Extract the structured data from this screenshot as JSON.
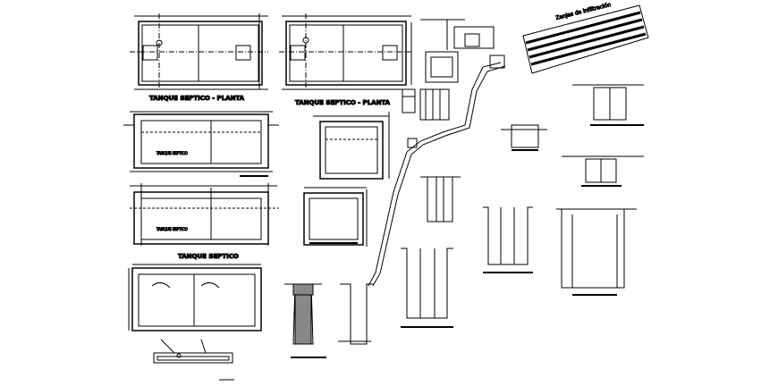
{
  "labels": {
    "plan_a": "TANQUE SEPTICO - PLANTA",
    "plan_b": "TANQUE SEPTICO - PLANTA",
    "section": "TANQUE SEPTICO",
    "infiltration": "Zanjas de infiltración",
    "tank_inner_a": "TANQUE SEPTICO",
    "tank_inner_b": "TANQUE SEPTICO"
  },
  "colors": {
    "ink": "#000000",
    "paper": "#ffffff",
    "hatch_gray": "#888888"
  }
}
